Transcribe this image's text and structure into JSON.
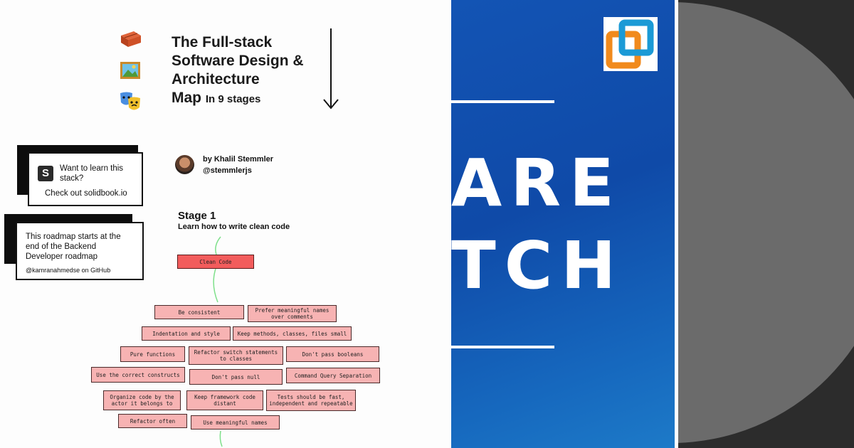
{
  "roadmap": {
    "title_line1": "The Full-stack",
    "title_line2": "Software Design &",
    "title_line3": "Architecture",
    "title_line4": "Map",
    "title_suffix": "In 9 stages",
    "emojis": [
      "brick-emoji",
      "framed-picture-emoji",
      "performing-arts-emoji"
    ],
    "card_solidbook": {
      "icon_letter": "S",
      "text": "Want to learn this stack?",
      "link": "Check out solidbook.io"
    },
    "card_backend": {
      "text": "This roadmap starts at the end of the Backend Developer roadmap",
      "credit": "@kamranahmedse on GitHub"
    },
    "author": {
      "name": "by Khalil Stemmler",
      "handle": "@stemmlerjs"
    },
    "stage": {
      "title": "Stage 1",
      "subtitle": "Learn how to write clean code"
    },
    "main_node": "Clean Code",
    "nodes": [
      "Be consistent",
      "Prefer meaningful names over comments",
      "Indentation and style",
      "Keep methods, classes, files small",
      "Pure functions",
      "Refactor switch statements to classes",
      "Don't pass booleans",
      "Use the correct constructs",
      "Don't pass null",
      "Command Query Separation",
      "Organize code by the actor it belongs to",
      "Keep framework code distant",
      "Tests should be fast, independent and repeatable",
      "Refactor often",
      "Use meaningful names"
    ],
    "colors": {
      "node_fill": "#f7b3b3",
      "main_node_fill": "#f25c5c",
      "connector": "#7ee08a"
    }
  },
  "banner": {
    "line1": "ARE",
    "line2": "TCH",
    "colors": {
      "background": "#1354b4",
      "logo_blue": "#1b9ad6",
      "logo_orange": "#f18a1c"
    }
  },
  "dark_panel": {
    "colors": {
      "background": "#2c2c2c",
      "circle": "#6b6b6b"
    }
  }
}
